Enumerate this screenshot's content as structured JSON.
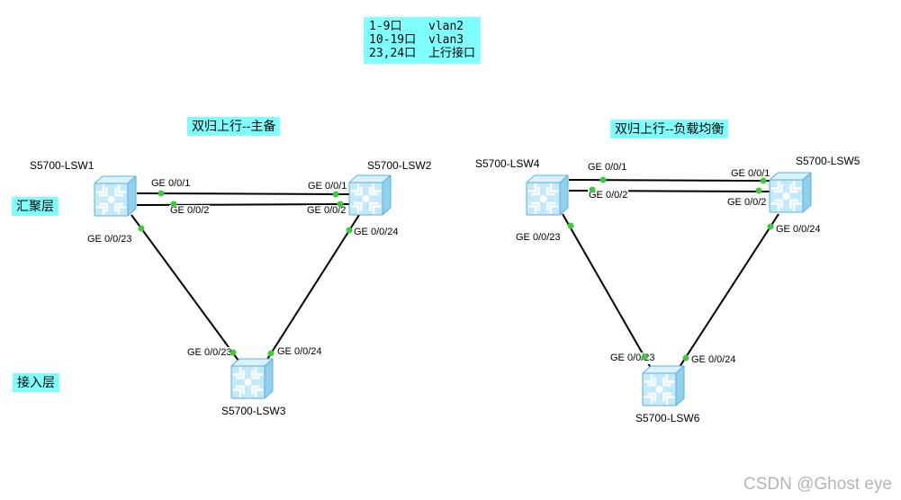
{
  "legend": {
    "rows": [
      {
        "ports": "1-9口",
        "desc": "vlan2"
      },
      {
        "ports": "10-19口",
        "desc": "vlan3"
      },
      {
        "ports": "23,24口",
        "desc": "上行接口"
      }
    ]
  },
  "sections": {
    "left_title": "双归上行--主备",
    "right_title": "双归上行--负载均衡"
  },
  "layers": {
    "aggregation": "汇聚层",
    "access": "接入层"
  },
  "nodes": [
    {
      "name": "S5700-LSW1"
    },
    {
      "name": "S5700-LSW2"
    },
    {
      "name": "S5700-LSW3"
    },
    {
      "name": "S5700-LSW4"
    },
    {
      "name": "S5700-LSW5"
    },
    {
      "name": "S5700-LSW6"
    }
  ],
  "port_labels": [
    {
      "text": "GE 0/0/1"
    },
    {
      "text": "GE 0/0/1"
    },
    {
      "text": "GE 0/0/2"
    },
    {
      "text": "GE 0/0/2"
    },
    {
      "text": "GE 0/0/23"
    },
    {
      "text": "GE 0/0/24"
    },
    {
      "text": "GE 0/0/23"
    },
    {
      "text": "GE 0/0/24"
    },
    {
      "text": "GE 0/0/1"
    },
    {
      "text": "GE 0/0/2"
    },
    {
      "text": "GE 0/0/1"
    },
    {
      "text": "GE 0/0/2"
    },
    {
      "text": "GE 0/0/23"
    },
    {
      "text": "GE 0/0/24"
    },
    {
      "text": "GE 0/0/23"
    },
    {
      "text": "GE 0/0/24"
    }
  ],
  "colors": {
    "highlight_bg": "#80ffff",
    "link": "#000000",
    "port_up": "#3dcb3d",
    "switch_front": "#c2eafb",
    "switch_side": "#8fd0ef",
    "switch_top": "#d8f3fd"
  },
  "watermark": "CSDN @Ghost eye"
}
